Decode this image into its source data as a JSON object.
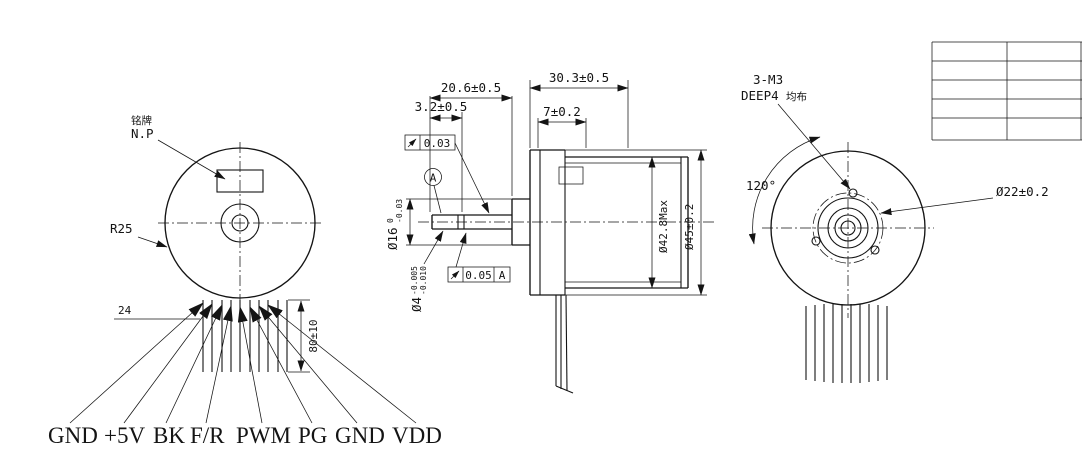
{
  "drawing": {
    "front_view": {
      "nameplate_note_cn": "铭牌",
      "nameplate_note": "N.P",
      "radius_label": "R25",
      "pin_dim_label": "24",
      "wire_length_label": "80±10",
      "wire_labels": [
        "GND",
        "+5V",
        "BK",
        "F/R",
        "PWM",
        "PG",
        "GND",
        "VDD"
      ]
    },
    "side_view": {
      "dim_shaft_total": "20.6±0.5",
      "dim_shaft_front": "3.2±0.5",
      "dim_body_length": "30.3±0.5",
      "dim_pilot_depth": "7±0.2",
      "runout_front": "0.03",
      "runout_rear": "0.05",
      "runout_rear_datum": "A",
      "datum_label": "A",
      "dia_pilot": "Ø16",
      "dia_pilot_tol_upper": "0",
      "dia_pilot_tol_lower": "-0.03",
      "dia_shaft": "Ø4",
      "dia_shaft_tol_upper": "-0.005",
      "dia_shaft_tol_lower": "-0.010",
      "dia_body_max": "Ø42.8Max",
      "dia_flange": "Ø45±0.2"
    },
    "rear_view": {
      "tap_note_line1": "3-M3",
      "tap_note_line2": "DEEP4",
      "tap_note_suffix": "均布",
      "angle_label": "120°",
      "bolt_circle_label": "Ø22±0.2"
    },
    "colors": {
      "line": "#141414",
      "background": "#ffffff"
    }
  }
}
